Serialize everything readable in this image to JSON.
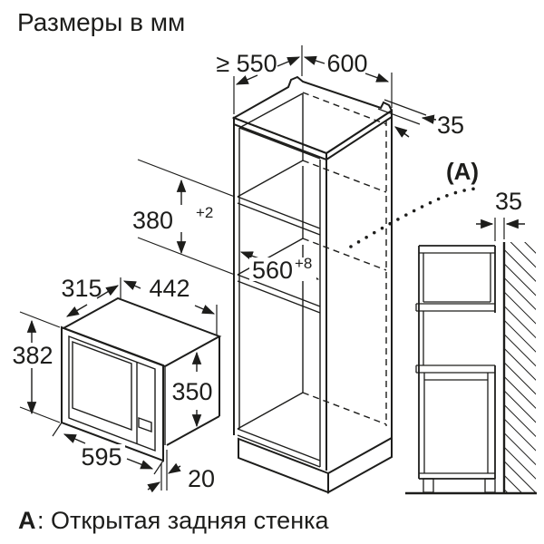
{
  "title": "Размеры в мм",
  "footnote": {
    "marker": "А",
    "text": ": Открытая задняя стенка"
  },
  "callout": {
    "label": "(А)"
  },
  "dims": {
    "depth_min": "≥ 550",
    "top_width": "600",
    "rear_strip": "35",
    "niche_height": "380",
    "niche_height_tol": "+2",
    "niche_width": "560",
    "niche_width_tol": "+8",
    "wall_gap": "35",
    "mw_depth": "315",
    "mw_body_width": "442",
    "mw_front_height": "382",
    "mw_body_height": "350",
    "mw_front_width": "595",
    "mw_overhang": "20"
  },
  "colors": {
    "line": "#1d1d1b",
    "background": "#ffffff"
  }
}
